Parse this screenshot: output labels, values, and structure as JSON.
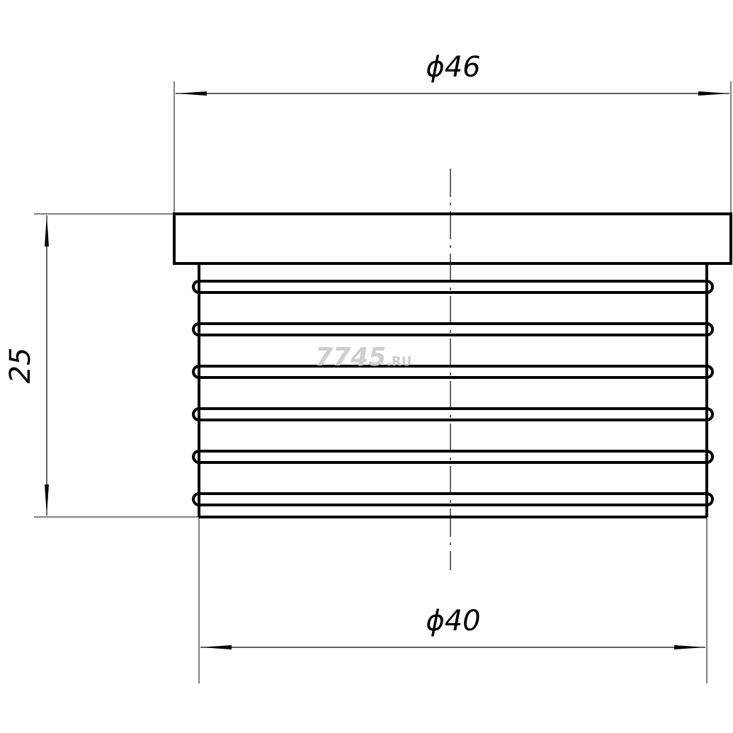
{
  "drawing": {
    "dimensions": {
      "top_diameter": "ϕ46",
      "bottom_diameter": "ϕ40",
      "height": "25"
    },
    "rib_count": 6,
    "watermark": {
      "main": "7745",
      "suffix": ".RU"
    },
    "line_color": "#000000"
  }
}
